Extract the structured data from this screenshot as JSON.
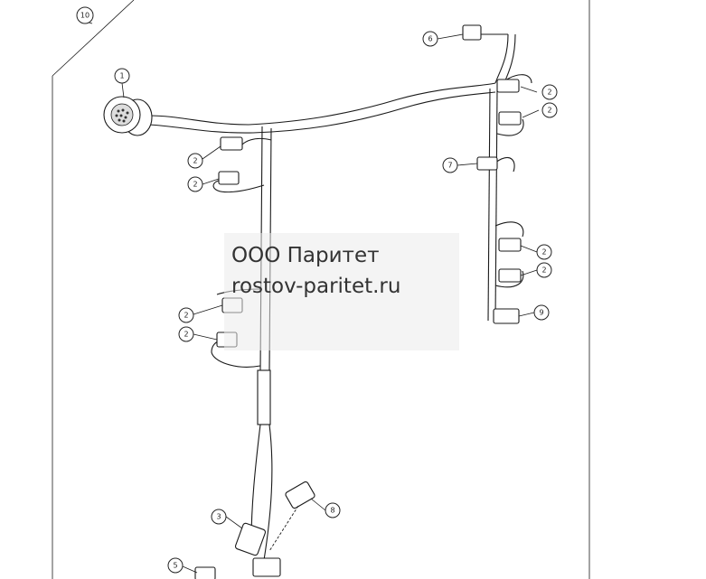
{
  "callouts": {
    "c1": "1",
    "c2": "2",
    "c3": "3",
    "c5": "5",
    "c6": "6",
    "c7": "7",
    "c8": "8",
    "c9": "9",
    "c10": "10"
  },
  "watermark": {
    "line1": "ООО Паритет",
    "line2": "rostov-paritet.ru"
  }
}
